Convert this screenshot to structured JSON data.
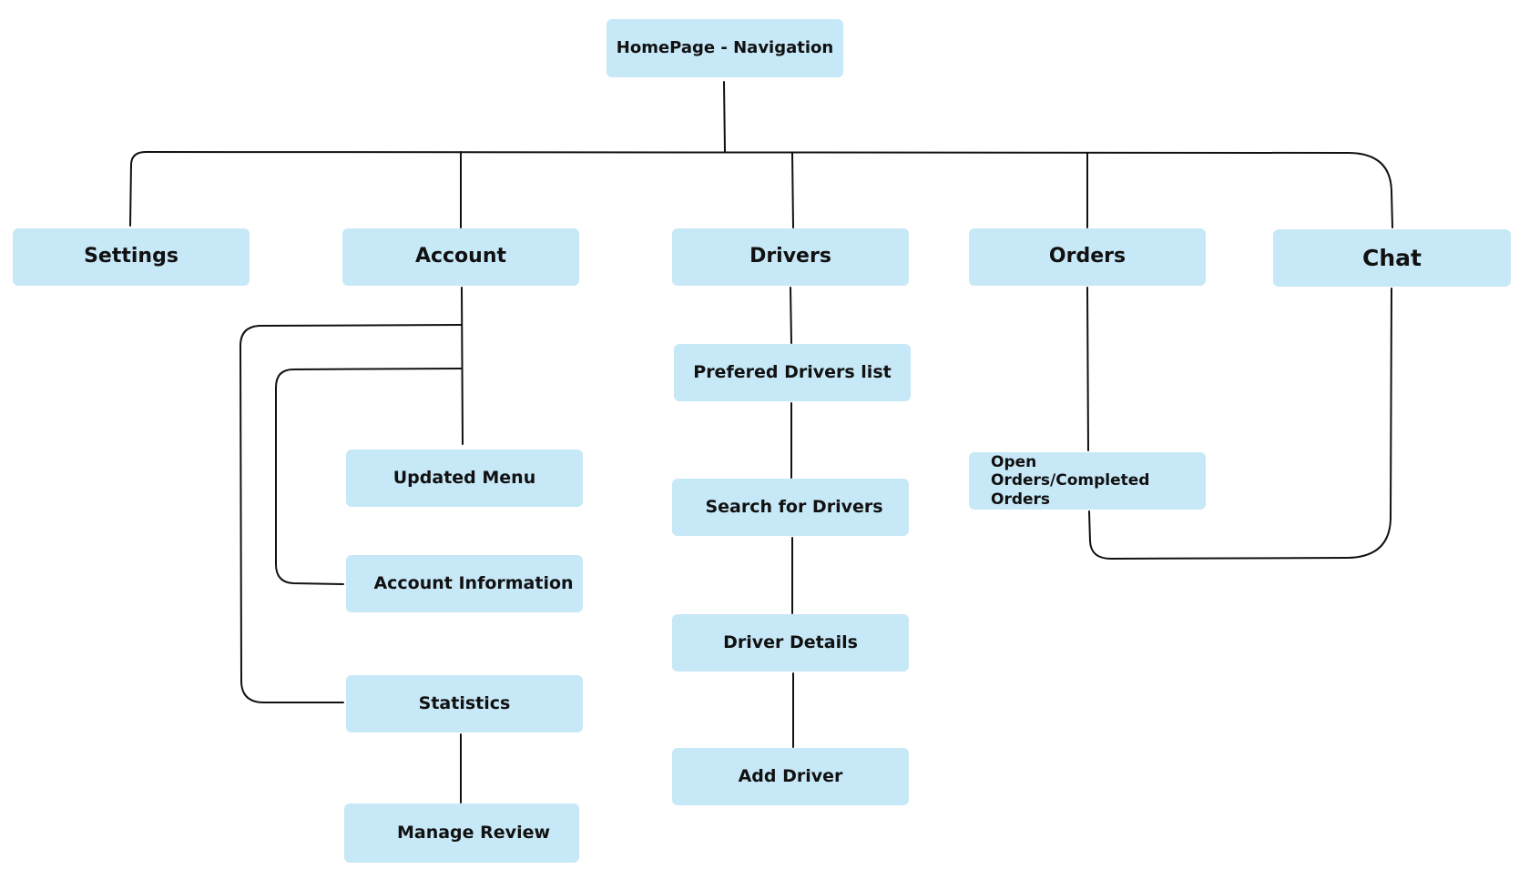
{
  "root": {
    "label": "HomePage - Navigation"
  },
  "sections": {
    "settings": "Settings",
    "account": "Account",
    "drivers": "Drivers",
    "orders": "Orders",
    "chat": "Chat"
  },
  "account_children": {
    "updated_menu": "Updated Menu",
    "account_information": "Account Information",
    "statistics": "Statistics",
    "manage_review": "Manage Review"
  },
  "drivers_children": {
    "prefered_drivers_list": "Prefered Drivers list",
    "search_for_drivers": "Search for Drivers",
    "driver_details": "Driver Details",
    "add_driver": "Add Driver"
  },
  "orders_children": {
    "open_completed_orders": "Open Orders/Completed Orders"
  },
  "colors": {
    "node_fill": "#c7e8f7",
    "connector": "#111111",
    "background": "#ffffff"
  }
}
